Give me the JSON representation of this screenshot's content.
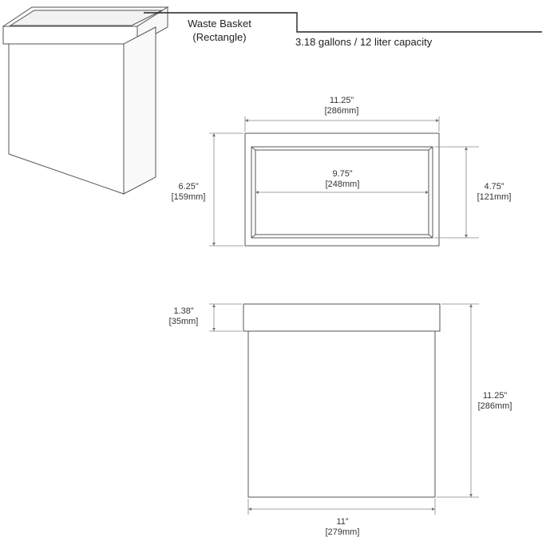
{
  "header": {
    "title_line1": "Waste Basket",
    "title_line2": "(Rectangle)",
    "capacity": "3.18 gallons / 12 liter capacity"
  },
  "top_view": {
    "outer_width": {
      "in": "11.25”",
      "mm": "[286mm]"
    },
    "outer_depth": {
      "in": "6.25”",
      "mm": "[159mm]"
    },
    "inner_width": {
      "in": "9.75”",
      "mm": "[248mm]"
    },
    "inner_depth": {
      "in": "4.75”",
      "mm": "[121mm]"
    }
  },
  "front_view": {
    "rim_height": {
      "in": "1.38”",
      "mm": "[35mm]"
    },
    "total_height": {
      "in": "11.25”",
      "mm": "[286mm]"
    },
    "base_width": {
      "in": "11”",
      "mm": "[279mm]"
    }
  },
  "colors": {
    "line": "#555555",
    "dim": "#888888",
    "text": "#333333"
  }
}
